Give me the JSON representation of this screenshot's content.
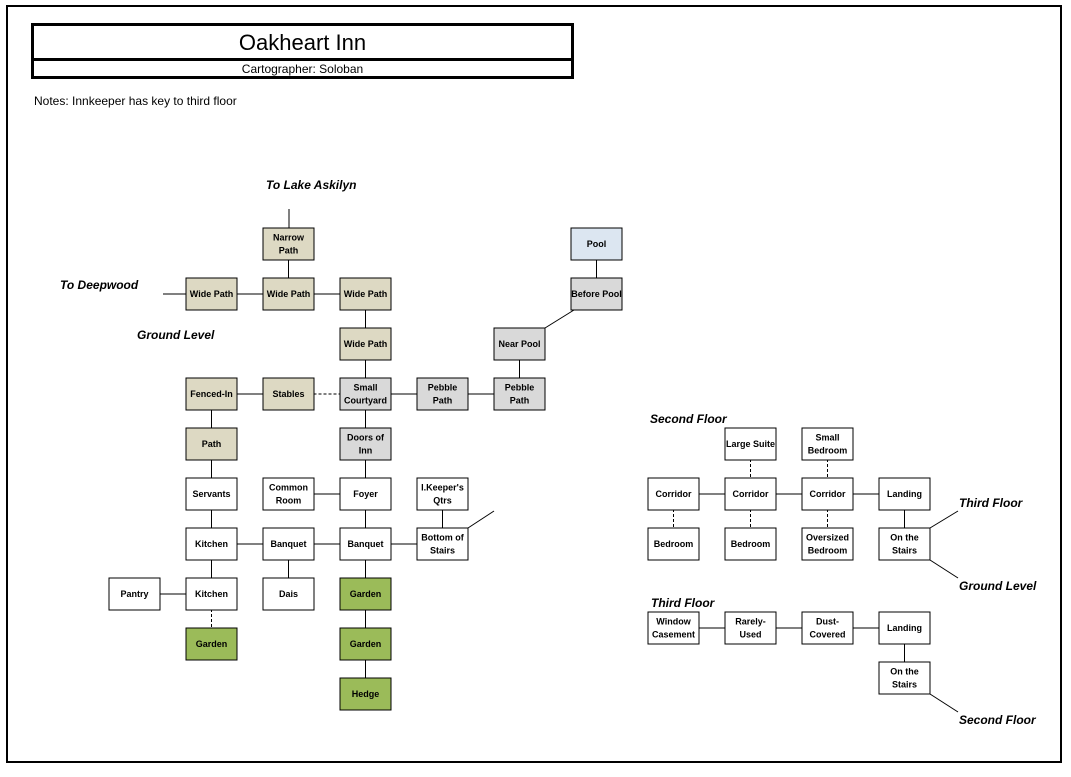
{
  "header": {
    "title": "Oakheart Inn",
    "cartographer": "Cartographer: Soloban",
    "notes": "Notes: Innkeeper has key to third floor"
  },
  "colors": {
    "ground_path": "#ddd9c3",
    "gray_path": "#d9d9d9",
    "pool": "#dce6f1",
    "garden": "#9bbb59",
    "room": "#ffffff",
    "line": "#000000"
  },
  "labels": [
    {
      "id": "to-lake-askilyn",
      "text": "To Lake Askilyn"
    },
    {
      "id": "to-deepwood",
      "text": "To Deepwood"
    },
    {
      "id": "ground-level",
      "text": "Ground Level"
    },
    {
      "id": "second-floor",
      "text": "Second Floor"
    },
    {
      "id": "third-floor-right",
      "text": "Third Floor"
    },
    {
      "id": "ground-level-right",
      "text": "Ground Level"
    },
    {
      "id": "third-floor",
      "text": "Third Floor"
    },
    {
      "id": "second-floor-bottom",
      "text": "Second Floor"
    }
  ],
  "rooms": [
    {
      "id": "narrow-path",
      "lines": [
        "Narrow",
        "Path"
      ],
      "fill": "ground_path"
    },
    {
      "id": "wide-path-1",
      "lines": [
        "Wide Path"
      ],
      "fill": "ground_path"
    },
    {
      "id": "wide-path-2",
      "lines": [
        "Wide Path"
      ],
      "fill": "ground_path"
    },
    {
      "id": "wide-path-3",
      "lines": [
        "Wide Path"
      ],
      "fill": "ground_path"
    },
    {
      "id": "wide-path-4",
      "lines": [
        "Wide Path"
      ],
      "fill": "ground_path"
    },
    {
      "id": "fenced-in",
      "lines": [
        "Fenced-In"
      ],
      "fill": "ground_path"
    },
    {
      "id": "stables",
      "lines": [
        "Stables"
      ],
      "fill": "ground_path"
    },
    {
      "id": "path",
      "lines": [
        "Path"
      ],
      "fill": "ground_path"
    },
    {
      "id": "small-courtyard",
      "lines": [
        "Small",
        "Courtyard"
      ],
      "fill": "gray_path"
    },
    {
      "id": "pebble-path-1",
      "lines": [
        "Pebble",
        "Path"
      ],
      "fill": "gray_path"
    },
    {
      "id": "pebble-path-2",
      "lines": [
        "Pebble",
        "Path"
      ],
      "fill": "gray_path"
    },
    {
      "id": "near-pool",
      "lines": [
        "Near Pool"
      ],
      "fill": "gray_path"
    },
    {
      "id": "before-pool",
      "lines": [
        "Before Pool"
      ],
      "fill": "gray_path"
    },
    {
      "id": "pool",
      "lines": [
        "Pool"
      ],
      "fill": "pool"
    },
    {
      "id": "doors-of-inn",
      "lines": [
        "Doors of",
        "Inn"
      ],
      "fill": "gray_path"
    },
    {
      "id": "servants",
      "lines": [
        "Servants"
      ],
      "fill": "room"
    },
    {
      "id": "common-room",
      "lines": [
        "Common",
        "Room"
      ],
      "fill": "room"
    },
    {
      "id": "foyer",
      "lines": [
        "Foyer"
      ],
      "fill": "room"
    },
    {
      "id": "ikeepers-qtrs",
      "lines": [
        "I.Keeper's",
        "Qtrs"
      ],
      "fill": "room"
    },
    {
      "id": "kitchen-1",
      "lines": [
        "Kitchen"
      ],
      "fill": "room"
    },
    {
      "id": "banquet-1",
      "lines": [
        "Banquet"
      ],
      "fill": "room"
    },
    {
      "id": "banquet-2",
      "lines": [
        "Banquet"
      ],
      "fill": "room"
    },
    {
      "id": "bottom-of-stairs",
      "lines": [
        "Bottom of",
        "Stairs"
      ],
      "fill": "room"
    },
    {
      "id": "pantry",
      "lines": [
        "Pantry"
      ],
      "fill": "room"
    },
    {
      "id": "kitchen-2",
      "lines": [
        "Kitchen"
      ],
      "fill": "room"
    },
    {
      "id": "dais",
      "lines": [
        "Dais"
      ],
      "fill": "room"
    },
    {
      "id": "garden-1",
      "lines": [
        "Garden"
      ],
      "fill": "garden"
    },
    {
      "id": "garden-2",
      "lines": [
        "Garden"
      ],
      "fill": "garden"
    },
    {
      "id": "garden-3",
      "lines": [
        "Garden"
      ],
      "fill": "garden"
    },
    {
      "id": "hedge",
      "lines": [
        "Hedge"
      ],
      "fill": "garden"
    },
    {
      "id": "large-suite",
      "lines": [
        "Large Suite"
      ],
      "fill": "room"
    },
    {
      "id": "small-bedroom",
      "lines": [
        "Small",
        "Bedroom"
      ],
      "fill": "room"
    },
    {
      "id": "corridor-1",
      "lines": [
        "Corridor"
      ],
      "fill": "room"
    },
    {
      "id": "corridor-2",
      "lines": [
        "Corridor"
      ],
      "fill": "room"
    },
    {
      "id": "corridor-3",
      "lines": [
        "Corridor"
      ],
      "fill": "room"
    },
    {
      "id": "landing-2f",
      "lines": [
        "Landing"
      ],
      "fill": "room"
    },
    {
      "id": "bedroom-1",
      "lines": [
        "Bedroom"
      ],
      "fill": "room"
    },
    {
      "id": "bedroom-2",
      "lines": [
        "Bedroom"
      ],
      "fill": "room"
    },
    {
      "id": "oversized-bedroom",
      "lines": [
        "Oversized",
        "Bedroom"
      ],
      "fill": "room"
    },
    {
      "id": "on-the-stairs-2f",
      "lines": [
        "On the",
        "Stairs"
      ],
      "fill": "room"
    },
    {
      "id": "window-casement",
      "lines": [
        "Window",
        "Casement"
      ],
      "fill": "room"
    },
    {
      "id": "rarely-used",
      "lines": [
        "Rarely-",
        "Used"
      ],
      "fill": "room"
    },
    {
      "id": "dust-covered",
      "lines": [
        "Dust-",
        "Covered"
      ],
      "fill": "room"
    },
    {
      "id": "landing-3f",
      "lines": [
        "Landing"
      ],
      "fill": "room"
    },
    {
      "id": "on-the-stairs-3f",
      "lines": [
        "On the",
        "Stairs"
      ],
      "fill": "room"
    }
  ]
}
